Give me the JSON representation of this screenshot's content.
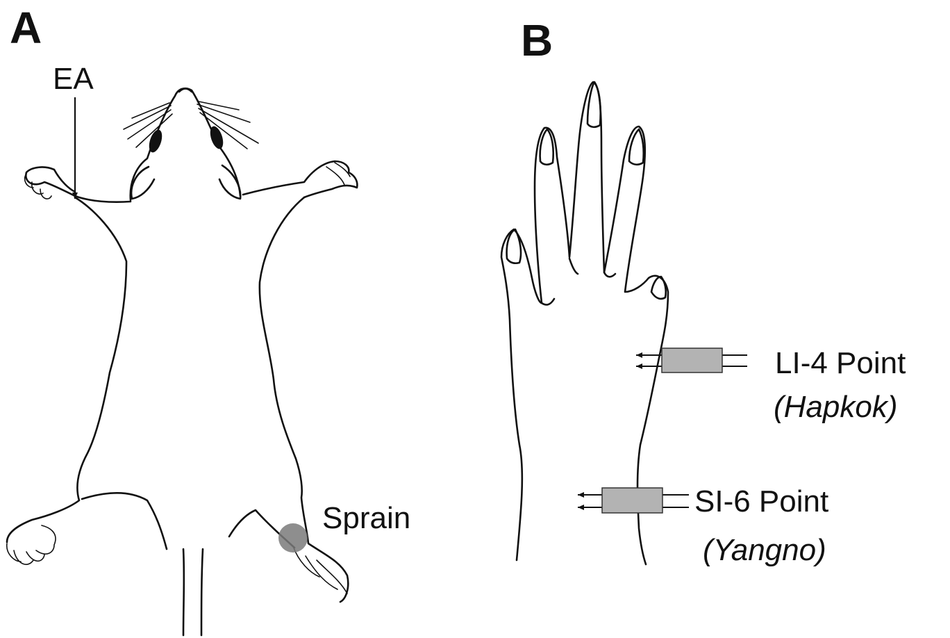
{
  "panel_a": {
    "letter": "A",
    "ea_label": "EA",
    "sprain_label": "Sprain"
  },
  "panel_b": {
    "letter": "B",
    "points": [
      {
        "name": "LI-4 Point",
        "alias": "(Hapkok)"
      },
      {
        "name": "SI-6 Point",
        "alias": "(Yangno)"
      }
    ]
  },
  "colors": {
    "ink": "#111111",
    "electrode_fill": "#b3b3b3",
    "sprain_marker": "#7a7a7a"
  }
}
